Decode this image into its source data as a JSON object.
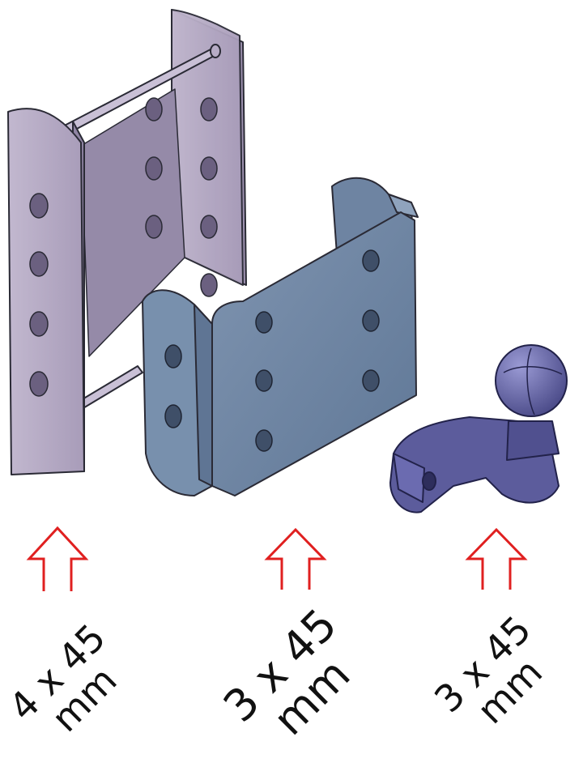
{
  "parts": [
    {
      "name": "tall-bracket",
      "hole_spacing": "4 x 45",
      "unit": "mm"
    },
    {
      "name": "u-bracket",
      "hole_spacing": "3 x 45",
      "unit": "mm"
    },
    {
      "name": "tow-ball",
      "hole_spacing": "3 x 45",
      "unit": "mm"
    }
  ],
  "colors": {
    "tall_bracket": "#b4aac3",
    "u_bracket": "#6f86a3",
    "tow_ball": "#5f5f9e",
    "arrow": "#e02020",
    "outline": "#2a2a35"
  },
  "icons": [
    "up-arrow-icon"
  ]
}
